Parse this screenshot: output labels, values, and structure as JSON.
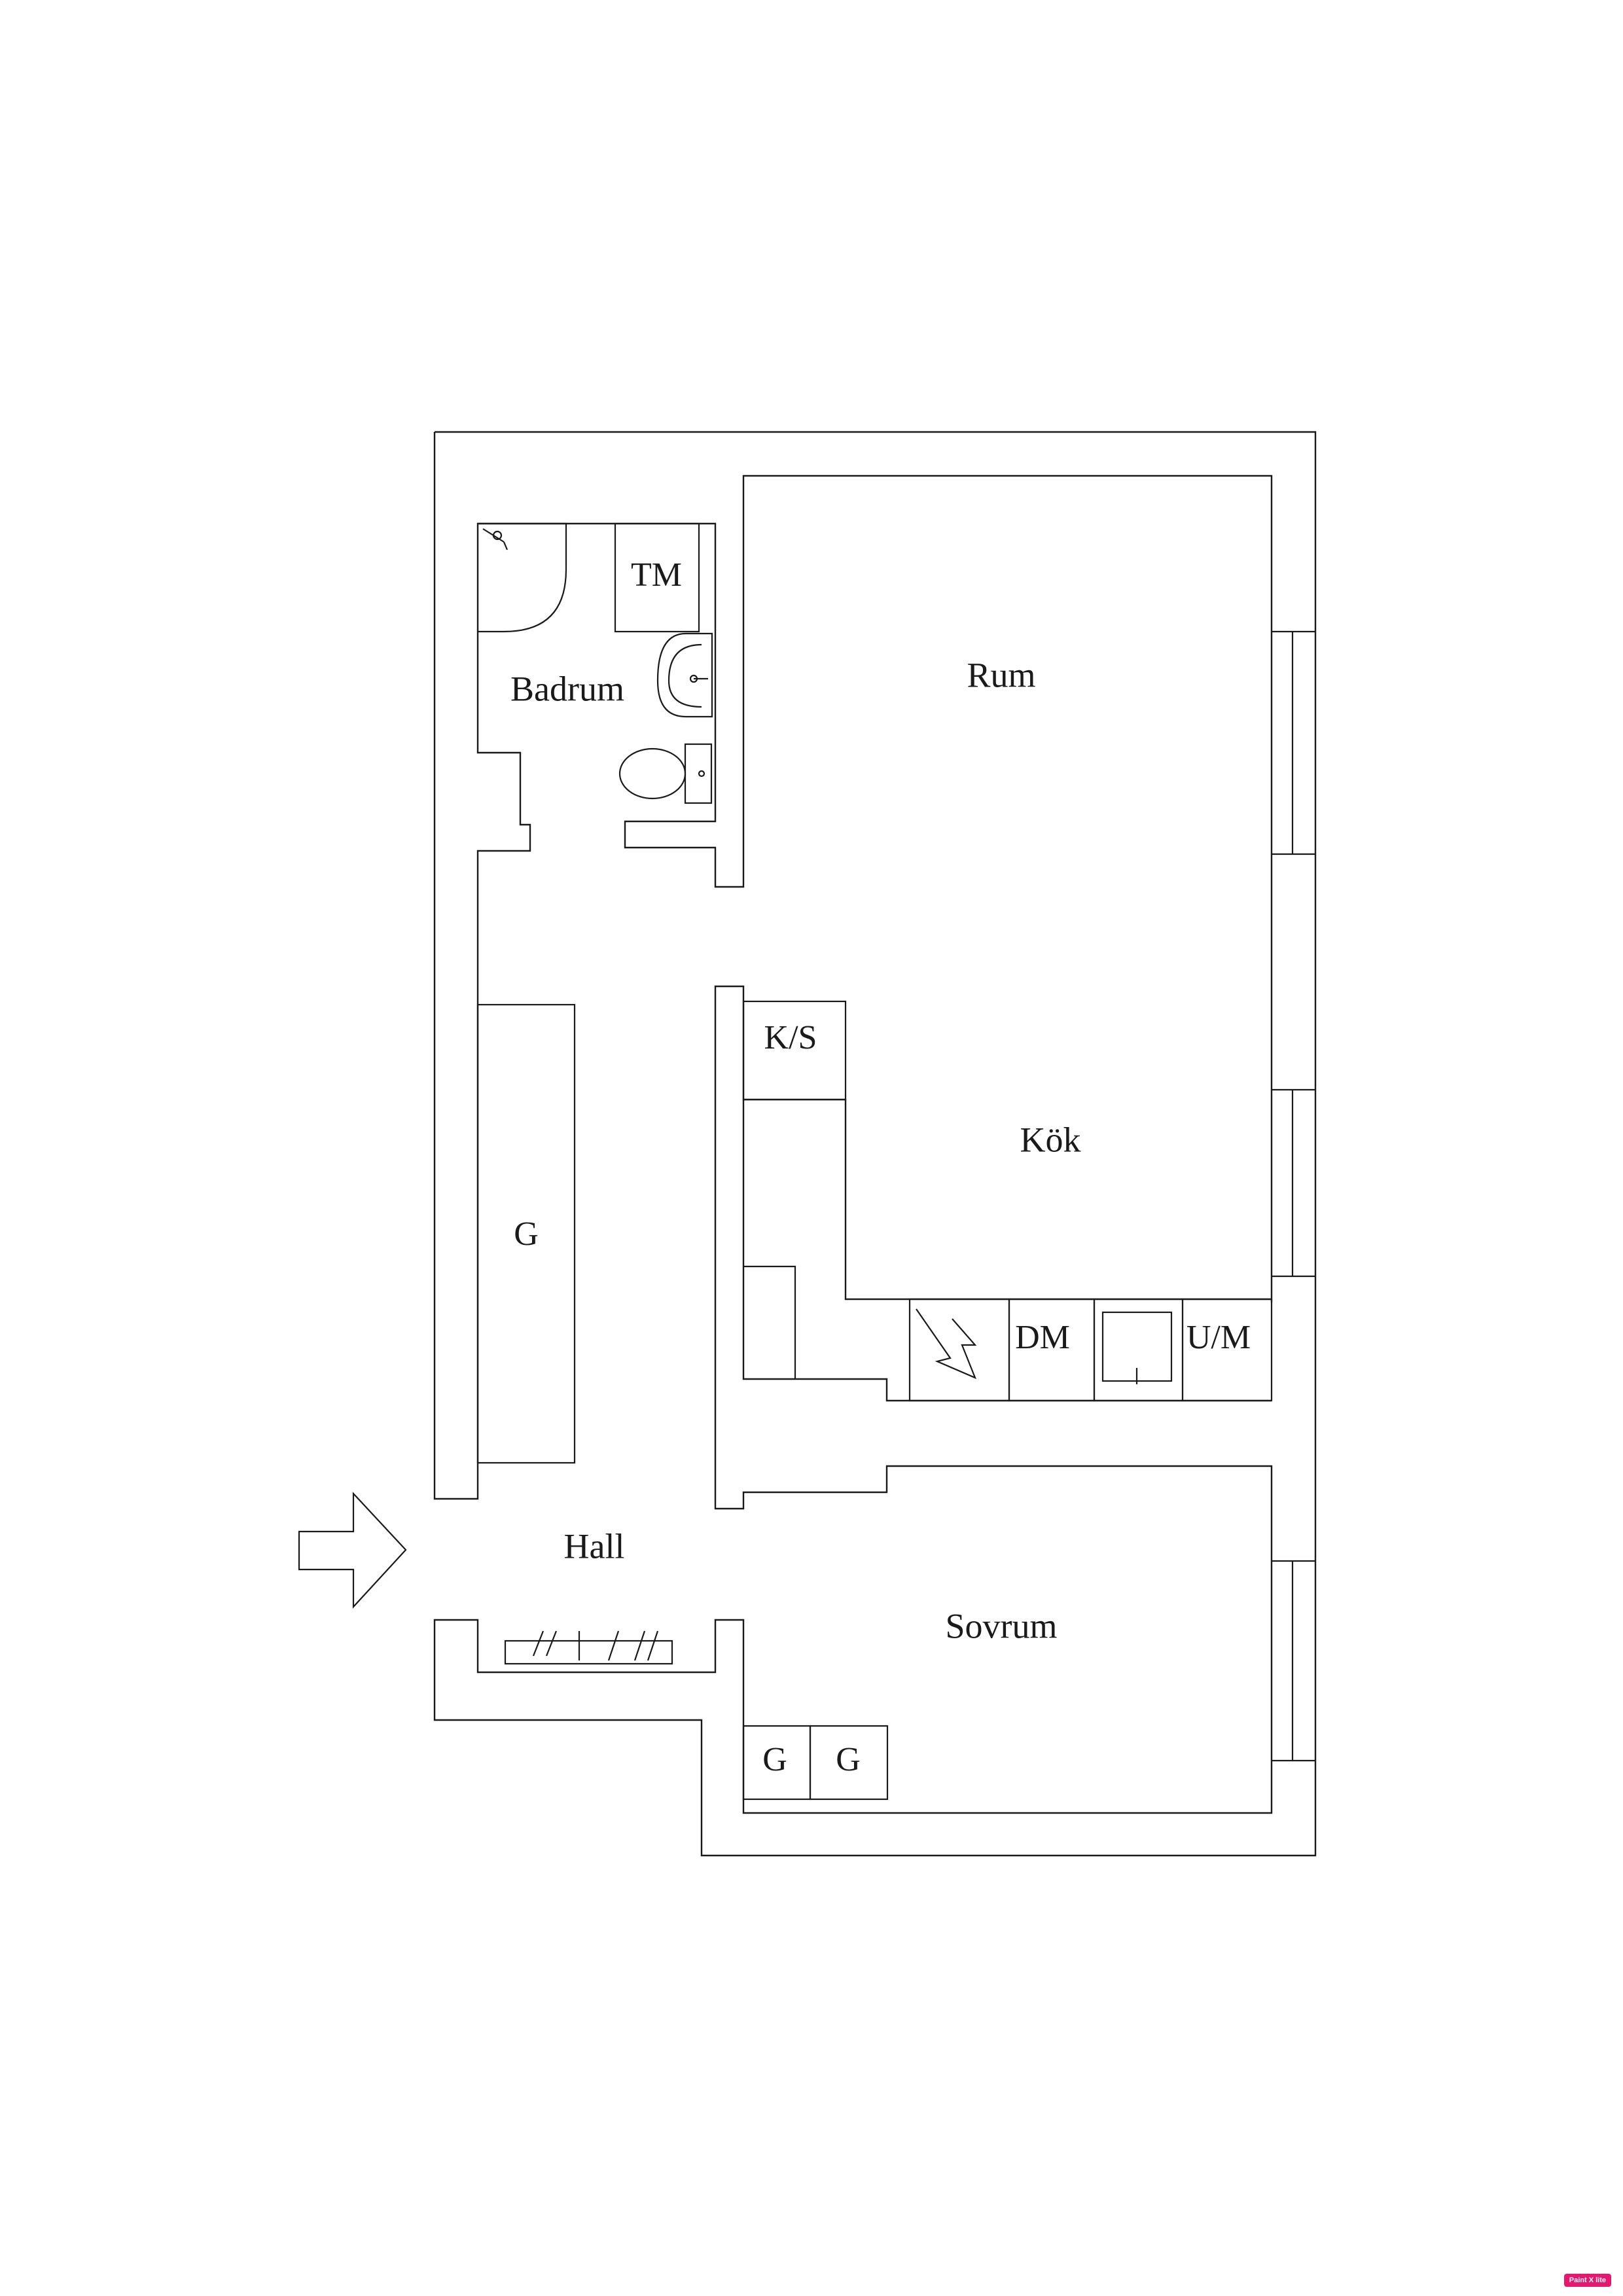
{
  "rooms": {
    "rum": "Rum",
    "badrum": "Badrum",
    "kok": "Kök",
    "hall": "Hall",
    "sovrum": "Sovrum"
  },
  "fixtures": {
    "tm": "TM",
    "ks": "K/S",
    "dm": "DM",
    "um": "U/M",
    "closet_hall": "G",
    "closet_bed_1": "G",
    "closet_bed_2": "G"
  },
  "icons": [
    "entrance-arrow-icon",
    "shower-icon",
    "sink-icon",
    "toilet-icon",
    "stove-icon",
    "window-icon"
  ],
  "badge": {
    "text": "Paint X lite",
    "color": "#e5176f",
    "text_color": "#ffffff"
  },
  "colors": {
    "line": "#1a1a1a",
    "background": "#ffffff"
  }
}
